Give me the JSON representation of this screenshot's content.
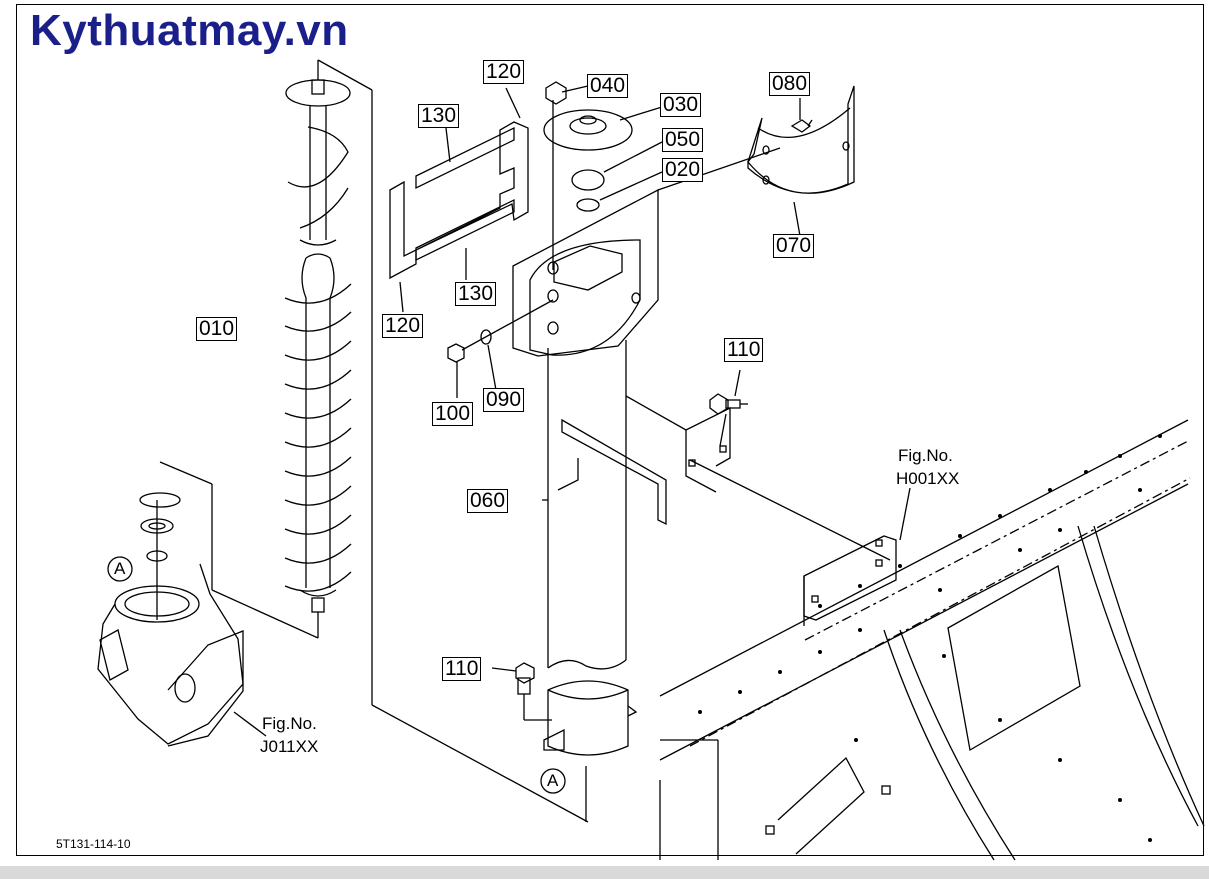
{
  "watermark": "Kythuatmay.vn",
  "diagram_code": "5T131-114-10",
  "callouts": {
    "p010": "010",
    "p020": "020",
    "p030": "030",
    "p040": "040",
    "p050": "050",
    "p060": "060",
    "p070": "070",
    "p080": "080",
    "p090": "090",
    "p100": "100",
    "p110a": "110",
    "p110b": "110",
    "p120a": "120",
    "p120b": "120",
    "p130a": "130",
    "p130b": "130"
  },
  "markers": {
    "a1": "A",
    "a2": "A"
  },
  "fig_refs": {
    "left_label": "Fig.No.",
    "left_code": "J011XX",
    "right_label": "Fig.No.",
    "right_code": "H001XX"
  }
}
